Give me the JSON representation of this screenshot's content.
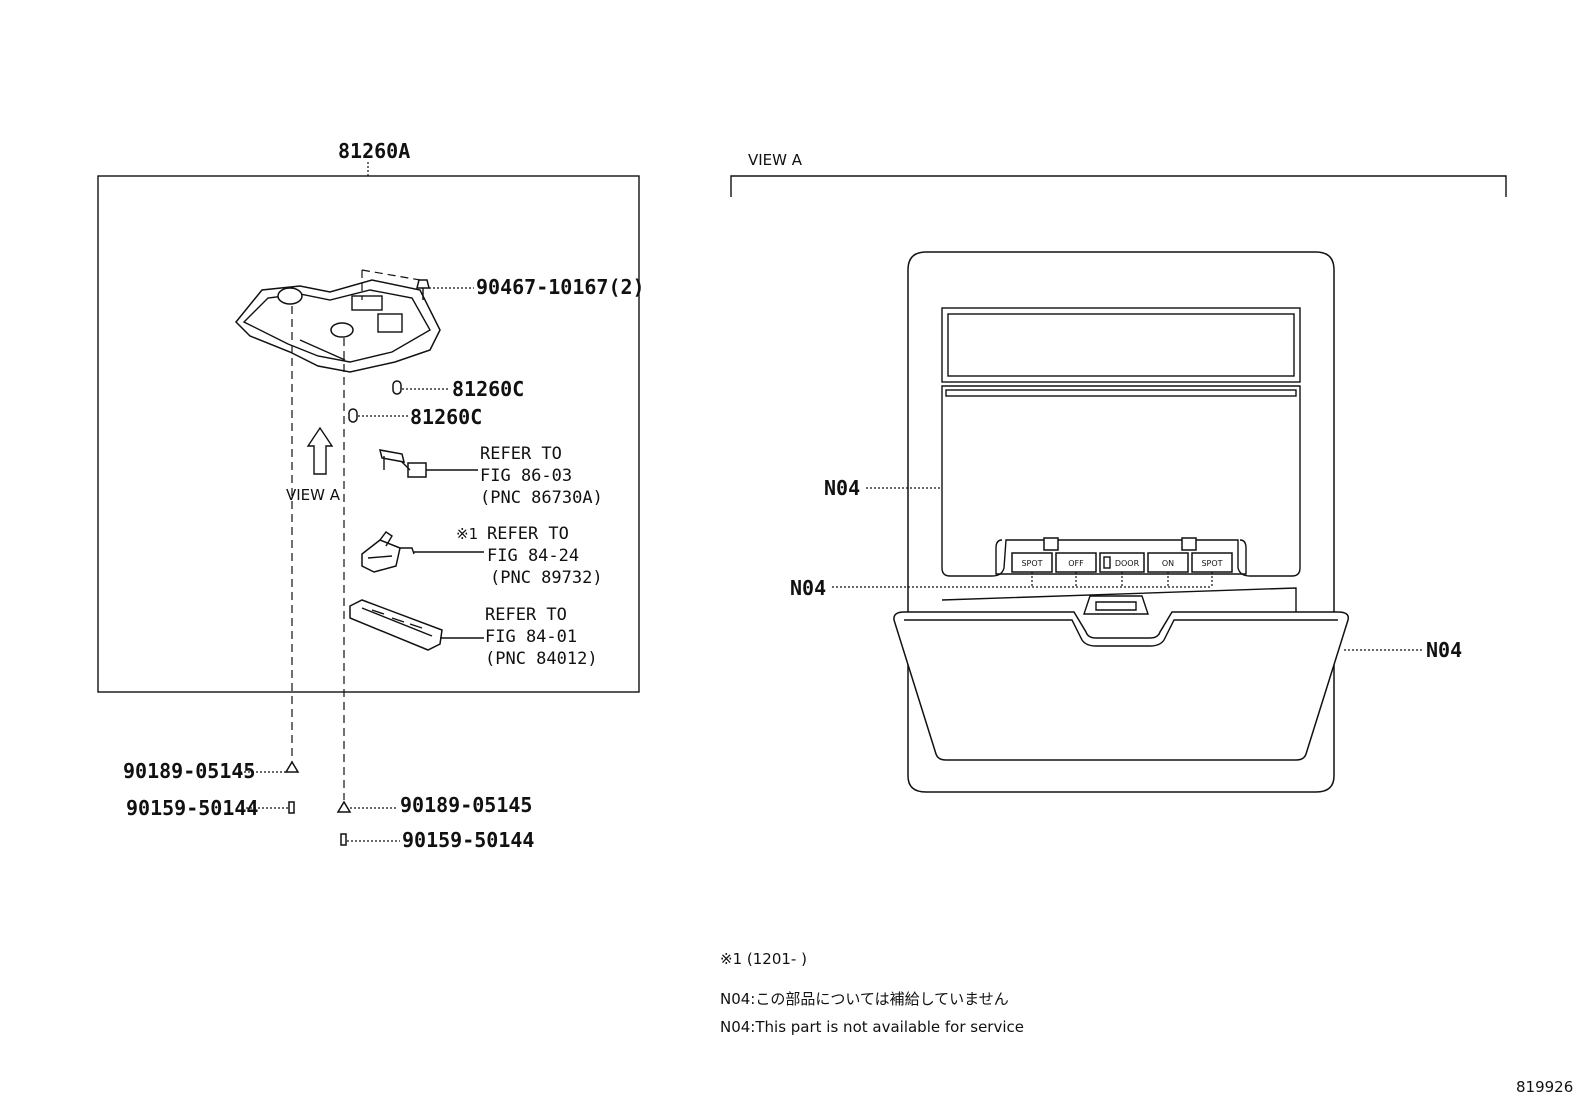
{
  "assembly": {
    "main_part": "81260A",
    "parts": {
      "screw_top": "90467-10167(2)",
      "bulb_1": "81260C",
      "bulb_2": "81260C",
      "clip_left": "90189-05145",
      "screw_left": "90159-50144",
      "clip_right": "90189-05145",
      "screw_right": "90159-50144"
    },
    "view_label": "VIEW A",
    "references": [
      {
        "mark": "",
        "line1": "REFER TO",
        "line2": "FIG 86-03",
        "line3": "(PNC 86730A)"
      },
      {
        "mark": "※1",
        "line1": "REFER TO",
        "line2": "FIG 84-24",
        "line3": "(PNC 89732)"
      },
      {
        "mark": "",
        "line1": "REFER TO",
        "line2": "FIG 84-01",
        "line3": "(PNC 84012)"
      }
    ]
  },
  "view_a": {
    "title": "VIEW A",
    "callouts": [
      "N04",
      "N04",
      "N04"
    ],
    "buttons": [
      "SPOT",
      "OFF",
      "DOOR",
      "ON",
      "SPOT"
    ]
  },
  "notes": {
    "footnote": "※1 (1201-        )",
    "jp": "N04:この部品については補給していません",
    "en": "N04:This part is not available for service"
  },
  "figure_id": "819926"
}
